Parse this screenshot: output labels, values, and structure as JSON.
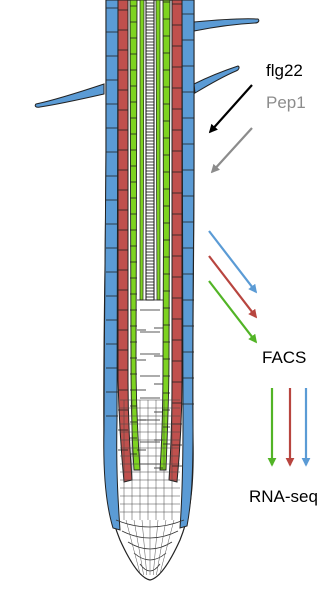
{
  "labels": {
    "flg22": "flg22",
    "pep1": "Pep1",
    "facs": "FACS",
    "rnaseq": "RNA-seq"
  },
  "colors": {
    "epidermis": "#5b9bd5",
    "cortex": "#c0504d",
    "stele_marker": "#7ed321",
    "flg22_arrow": "#000000",
    "pep1_arrow": "#8c8c8c",
    "pep1_text": "#8c8c8c",
    "blue_arrow": "#5b9bd5",
    "red_arrow": "#b8453f",
    "green_arrow": "#52b426",
    "outline": "#222222"
  },
  "root_tissues": [
    "epidermis",
    "cortex",
    "endodermis-marker",
    "stele",
    "root-tip"
  ]
}
